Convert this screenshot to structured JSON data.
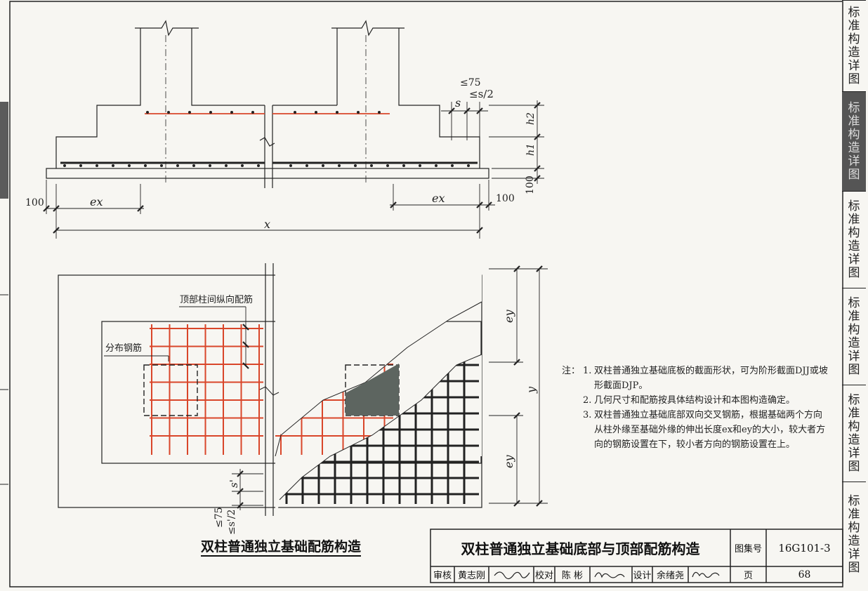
{
  "side_tabs": [
    {
      "label": "标准构造详图",
      "active": false
    },
    {
      "label": "标准构造详图",
      "active": true
    },
    {
      "label": "标准构造详图",
      "active": false
    },
    {
      "label": "标准构造详图",
      "active": false
    },
    {
      "label": "标准构造详图",
      "active": false
    },
    {
      "label": "标准构造详图",
      "active": false
    }
  ],
  "section": {
    "dim_le75": "≤75",
    "dim_s": "s",
    "dim_les2": "≤s/2",
    "h2": "h2",
    "h1": "h1",
    "dim_100_right": "100",
    "dim_100_left": "100",
    "dim_100_right2": "100",
    "ex_left": "ex",
    "ex_right": "ex",
    "x": "x"
  },
  "plan": {
    "top_label": "顶部柱间纵向配筋",
    "dist_label": "分布钢筋",
    "ey_top": "ey",
    "ey_bottom": "ey",
    "y": "y",
    "s_prime": "s'",
    "le75": "≤75",
    "les2": "≤s'/2"
  },
  "notes": {
    "prefix": "注：",
    "items": [
      {
        "num": "1.",
        "text": "双柱普通独立基础底板的截面形状，可为阶形截面DJJ或坡形截面DJP。"
      },
      {
        "num": "2.",
        "text": "几何尺寸和配筋按具体结构设计和本图构造确定。"
      },
      {
        "num": "3.",
        "text": "双柱普通独立基础底部双向交叉钢筋，根据基础两个方向从柱外缘至基础外缘的伸出长度ex和ey的大小，较大者方向的钢筋设置在下，较小者方向的钢筋设置在上。"
      }
    ]
  },
  "drawing_title": "双柱普通独立基础配筋构造",
  "title_block": {
    "title": "双柱普通独立基础底部与顶部配筋构造",
    "atlas_label": "图集号",
    "atlas_no": "16G101-3",
    "review_label": "审核",
    "reviewer": "黄志刚",
    "check_label": "校对",
    "checker": "陈 彬",
    "design_label": "设计",
    "designer": "余绪尧",
    "page_label": "页",
    "page_no": "68"
  },
  "colors": {
    "rebar_red": "#d9462a",
    "line": "#222222",
    "column_fill": "#5d6560"
  }
}
